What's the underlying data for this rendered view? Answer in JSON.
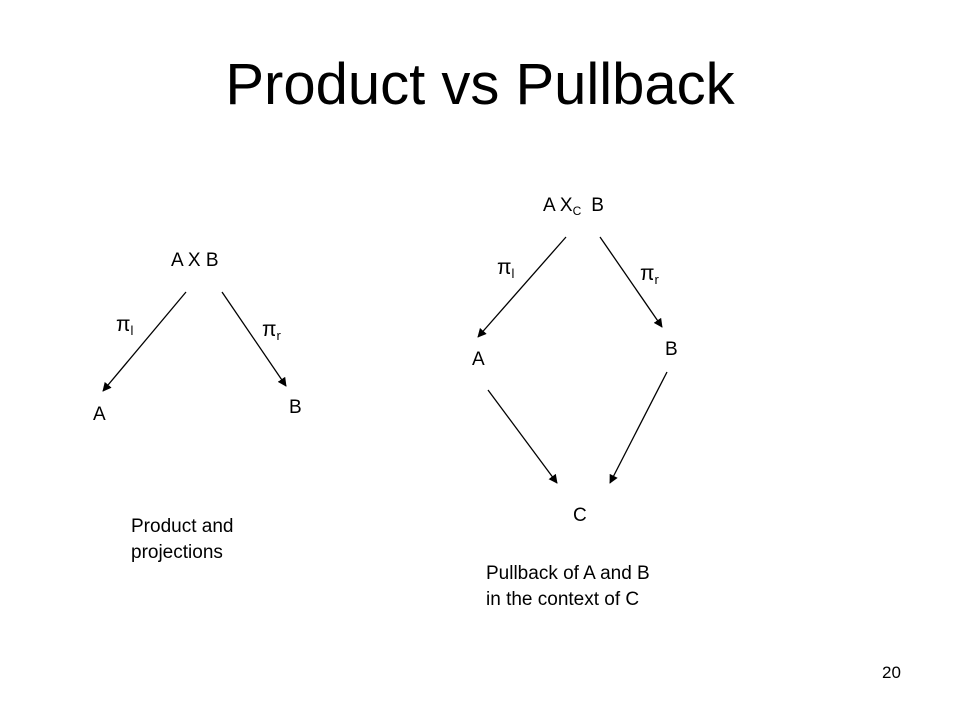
{
  "title": "Product vs Pullback",
  "product": {
    "apex": "A X B",
    "left_node": "A",
    "right_node": "B",
    "left_proj": {
      "symbol": "π",
      "sub": "l"
    },
    "right_proj": {
      "symbol": "π",
      "sub": "r"
    },
    "caption_line1": "Product and",
    "caption_line2": "projections"
  },
  "pullback": {
    "apex_main": "A X",
    "apex_sub": "C",
    "apex_tail": "B",
    "left_node": "A",
    "right_node": "B",
    "bottom_node": "C",
    "left_proj": {
      "symbol": "π",
      "sub": "l"
    },
    "right_proj": {
      "symbol": "π",
      "sub": "r"
    },
    "caption_line1": "Pullback of A and B",
    "caption_line2": "in the context of C"
  },
  "page_number": "20"
}
